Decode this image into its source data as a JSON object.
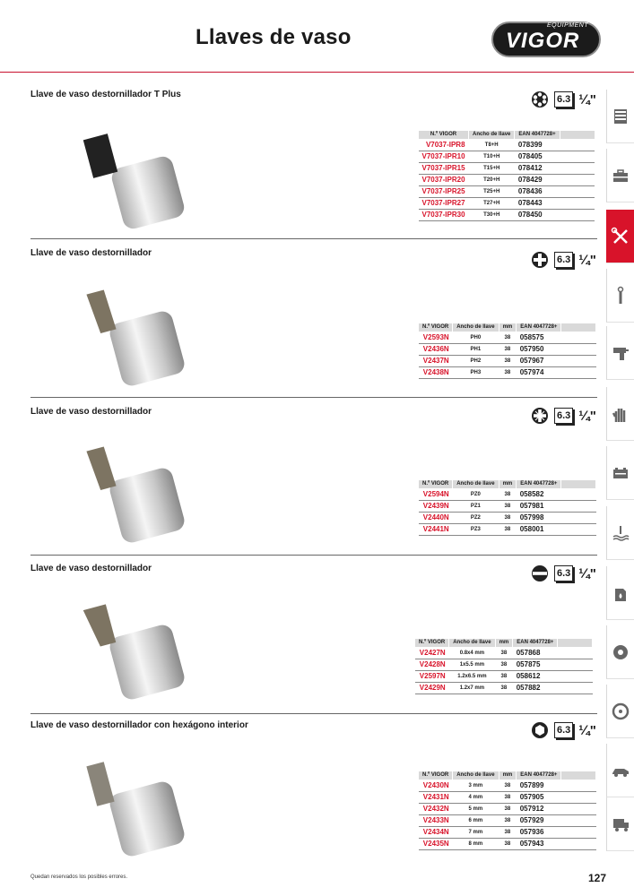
{
  "page_title": "Llaves de vaso",
  "logo": {
    "brand": "VIGOR",
    "sub": "EQUIPMENT"
  },
  "footer_note": "Quedan reservados los posibles errores.",
  "page_number": "127",
  "sidebar_tabs": [
    "workshop-trolley-icon",
    "toolbox-icon",
    "wrench-screwdriver-icon",
    "torque-wrench-icon",
    "impact-wrench-icon",
    "glove-icon",
    "battery-icon",
    "coolant-icon",
    "oil-canister-icon",
    "brake-disc-icon",
    "wheel-icon",
    "car-body-icon",
    "truck-icon"
  ],
  "drive": {
    "size": "6.3",
    "frac": "¼\""
  },
  "sections": [
    {
      "title": "Llave de vaso destornillador T Plus",
      "icon": "torx-plus-icon",
      "headers": [
        "N.º VIGOR",
        "Ancho de llave",
        "EAN 4047728+",
        ""
      ],
      "rows": [
        [
          "V7037-IPR8",
          "T8+H",
          "078399"
        ],
        [
          "V7037-IPR10",
          "T10+H",
          "078405"
        ],
        [
          "V7037-IPR15",
          "T15+H",
          "078412"
        ],
        [
          "V7037-IPR20",
          "T20+H",
          "078429"
        ],
        [
          "V7037-IPR25",
          "T25+H",
          "078436"
        ],
        [
          "V7037-IPR27",
          "T27+H",
          "078443"
        ],
        [
          "V7037-IPR30",
          "T30+H",
          "078450"
        ]
      ]
    },
    {
      "title": "Llave de vaso destornillador",
      "icon": "phillips-icon",
      "headers": [
        "N.º VIGOR",
        "Ancho de llave",
        "mm",
        "EAN 4047728+",
        ""
      ],
      "rows": [
        [
          "V2593N",
          "PH0",
          "38",
          "058575"
        ],
        [
          "V2436N",
          "PH1",
          "38",
          "057950"
        ],
        [
          "V2437N",
          "PH2",
          "38",
          "057967"
        ],
        [
          "V2438N",
          "PH3",
          "38",
          "057974"
        ]
      ]
    },
    {
      "title": "Llave de vaso destornillador",
      "icon": "pozidriv-icon",
      "headers": [
        "N.º VIGOR",
        "Ancho de llave",
        "mm",
        "EAN 4047728+",
        ""
      ],
      "rows": [
        [
          "V2594N",
          "PZ0",
          "38",
          "058582"
        ],
        [
          "V2439N",
          "PZ1",
          "38",
          "057981"
        ],
        [
          "V2440N",
          "PZ2",
          "38",
          "057998"
        ],
        [
          "V2441N",
          "PZ3",
          "38",
          "058001"
        ]
      ]
    },
    {
      "title": "Llave de vaso destornillador",
      "icon": "slotted-icon",
      "headers": [
        "N.º VIGOR",
        "Ancho de llave",
        "mm",
        "EAN 4047728+",
        ""
      ],
      "rows": [
        [
          "V2427N",
          "0.8x4 mm",
          "38",
          "057868"
        ],
        [
          "V2428N",
          "1x5.5 mm",
          "38",
          "057875"
        ],
        [
          "V2597N",
          "1.2x6.5 mm",
          "38",
          "058612"
        ],
        [
          "V2429N",
          "1.2x7 mm",
          "38",
          "057882"
        ]
      ]
    },
    {
      "title": "Llave de vaso destornillador con hexágono interior",
      "icon": "hex-icon",
      "headers": [
        "N.º VIGOR",
        "Ancho de llave",
        "mm",
        "EAN 4047728+",
        ""
      ],
      "rows": [
        [
          "V2430N",
          "3 mm",
          "38",
          "057899"
        ],
        [
          "V2431N",
          "4 mm",
          "38",
          "057905"
        ],
        [
          "V2432N",
          "5 mm",
          "38",
          "057912"
        ],
        [
          "V2433N",
          "6 mm",
          "38",
          "057929"
        ],
        [
          "V2434N",
          "7 mm",
          "38",
          "057936"
        ],
        [
          "V2435N",
          "8 mm",
          "38",
          "057943"
        ]
      ]
    }
  ]
}
